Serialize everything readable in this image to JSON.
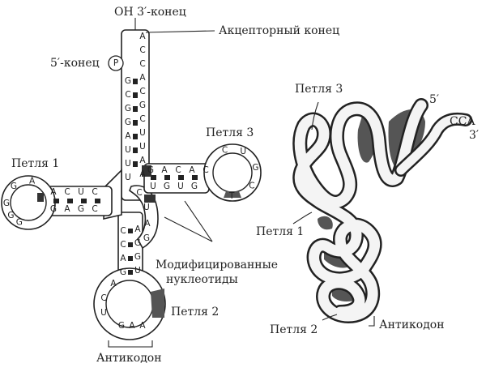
{
  "labels": {
    "three_prime_end": "ОН 3′-конец",
    "acceptor_end": "Акцепторный конец",
    "five_prime_end": "5′-конец",
    "loop3_left": "Петля 3",
    "loop1_left": "Петля 1",
    "modified_line1": "Модифицированные",
    "modified_line2": "нуклеотиды",
    "loop2_left": "Петля 2",
    "anticodon_left": "Антикодон",
    "loop3_right": "Петля 3",
    "five_prime_right": "5′",
    "cca_right": "CCA",
    "three_prime_right": "3′",
    "loop1_right": "Петля 1",
    "loop2_right": "Петля 2",
    "anticodon_right": "Антикодон"
  },
  "phosphate": "P",
  "nucleotides": [
    {
      "id": "acc-r0",
      "t": "A"
    },
    {
      "id": "acc-r1",
      "t": "C"
    },
    {
      "id": "acc-r2",
      "t": "C"
    },
    {
      "id": "acc-r3",
      "t": "A"
    },
    {
      "id": "acc-r4",
      "t": "C"
    },
    {
      "id": "acc-r5",
      "t": "G"
    },
    {
      "id": "acc-r6",
      "t": "C"
    },
    {
      "id": "acc-r7",
      "t": "U"
    },
    {
      "id": "acc-r8",
      "t": "U"
    },
    {
      "id": "acc-r9",
      "t": "A"
    },
    {
      "id": "acc-r10",
      "t": "A"
    },
    {
      "id": "acc-l0",
      "t": "G"
    },
    {
      "id": "acc-l1",
      "t": "C"
    },
    {
      "id": "acc-l2",
      "t": "G"
    },
    {
      "id": "acc-l3",
      "t": "G"
    },
    {
      "id": "acc-l4",
      "t": "A"
    },
    {
      "id": "acc-l5",
      "t": "U"
    },
    {
      "id": "acc-l6",
      "t": "U"
    },
    {
      "id": "acc-l7",
      "t": "U"
    },
    {
      "id": "t-top0",
      "t": "G"
    },
    {
      "id": "t-top1",
      "t": "A"
    },
    {
      "id": "t-top2",
      "t": "C"
    },
    {
      "id": "t-top3",
      "t": "A"
    },
    {
      "id": "t-top4",
      "t": "C"
    },
    {
      "id": "t-bot0",
      "t": "U"
    },
    {
      "id": "t-bot1",
      "t": "G"
    },
    {
      "id": "t-bot2",
      "t": "U"
    },
    {
      "id": "t-bot3",
      "t": "G"
    },
    {
      "id": "t-loop0",
      "t": "C"
    },
    {
      "id": "t-loop1",
      "t": "U"
    },
    {
      "id": "t-loop2",
      "t": "G"
    },
    {
      "id": "t-loop3",
      "t": "C"
    },
    {
      "id": "t-loop4",
      "t": "T"
    },
    {
      "id": "d-top0",
      "t": "A"
    },
    {
      "id": "d-top1",
      "t": "C"
    },
    {
      "id": "d-top2",
      "t": "U"
    },
    {
      "id": "d-top3",
      "t": "C"
    },
    {
      "id": "d-bot0",
      "t": "G"
    },
    {
      "id": "d-bot1",
      "t": "A"
    },
    {
      "id": "d-bot2",
      "t": "G"
    },
    {
      "id": "d-bot3",
      "t": "C"
    },
    {
      "id": "d-loop0",
      "t": "G"
    },
    {
      "id": "d-loop1",
      "t": "G"
    },
    {
      "id": "d-loop2",
      "t": "G"
    },
    {
      "id": "d-loop3",
      "t": "G"
    },
    {
      "id": "d-loop4",
      "t": "A"
    },
    {
      "id": "var0",
      "t": "C"
    },
    {
      "id": "var1",
      "t": "U"
    },
    {
      "id": "var2",
      "t": "A"
    },
    {
      "id": "var3",
      "t": "G"
    },
    {
      "id": "ac-l0",
      "t": "C"
    },
    {
      "id": "ac-l1",
      "t": "C"
    },
    {
      "id": "ac-l2",
      "t": "A"
    },
    {
      "id": "ac-l3",
      "t": "G"
    },
    {
      "id": "ac-r0",
      "t": "A"
    },
    {
      "id": "ac-r1",
      "t": "G"
    },
    {
      "id": "ac-r2",
      "t": "G"
    },
    {
      "id": "ac-r3",
      "t": "U"
    },
    {
      "id": "ac-loop0",
      "t": "A"
    },
    {
      "id": "ac-loop1",
      "t": "C"
    },
    {
      "id": "ac-loop2",
      "t": "U"
    },
    {
      "id": "anti0",
      "t": "G"
    },
    {
      "id": "anti1",
      "t": "A"
    },
    {
      "id": "anti2",
      "t": "A"
    }
  ]
}
